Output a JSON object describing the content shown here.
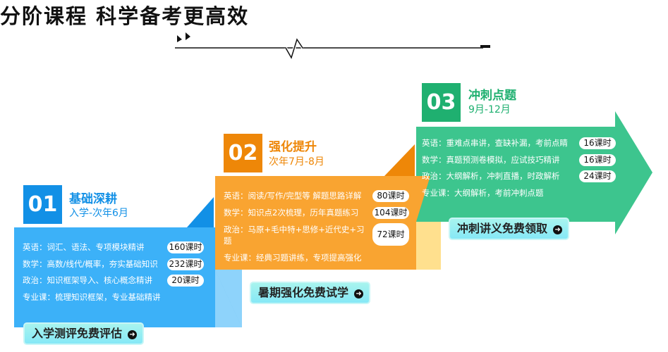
{
  "header": {
    "title": "分阶课程 科学备考更高效"
  },
  "stages": [
    {
      "number": "01",
      "title": "基础深耕",
      "period": "入学-次年6月",
      "color": "#3cb1f8",
      "rows": [
        {
          "text": "英语：词汇、语法、专项模块精讲",
          "hours": "160课时"
        },
        {
          "text": "数学：高数/线代/概率，夯实基础知识",
          "hours": "232课时"
        },
        {
          "text": "政治：知识框架导入、核心概念精讲",
          "hours": "20课时"
        },
        {
          "text": "专业课：梳理知识框架，专业基础精讲"
        }
      ],
      "button": "入学测评免费评估"
    },
    {
      "number": "02",
      "title": "强化提升",
      "period": "次年7月-8月",
      "color": "#f9a431",
      "rows": [
        {
          "text": "英语：阅读/写作/完型等 解题思路详解",
          "hours": "80课时"
        },
        {
          "text": "数学：知识点2次梳理，历年真题练习",
          "hours": "104课时"
        },
        {
          "text": "政治：马原+毛中特+思修+近代史+习题",
          "hours": "72课时"
        },
        {
          "text": "专业课：经典习题讲练，专项提高强化"
        }
      ],
      "button": "暑期强化免费试学"
    },
    {
      "number": "03",
      "title": "冲刺点题",
      "period": "9月-12月",
      "color": "#3dc58e",
      "rows": [
        {
          "text": "英语：重难点串讲，查缺补漏，考前点睛",
          "hours": "16课时"
        },
        {
          "text": "数学：真题预测卷模拟，应试技巧精讲",
          "hours": "16课时"
        },
        {
          "text": "政治：大纲解析，冲刺直播，时政解析",
          "hours": "24课时"
        },
        {
          "text": "专业课：大纲解析，考前冲刺点题"
        }
      ],
      "button": "冲刺讲义免费领取"
    }
  ]
}
